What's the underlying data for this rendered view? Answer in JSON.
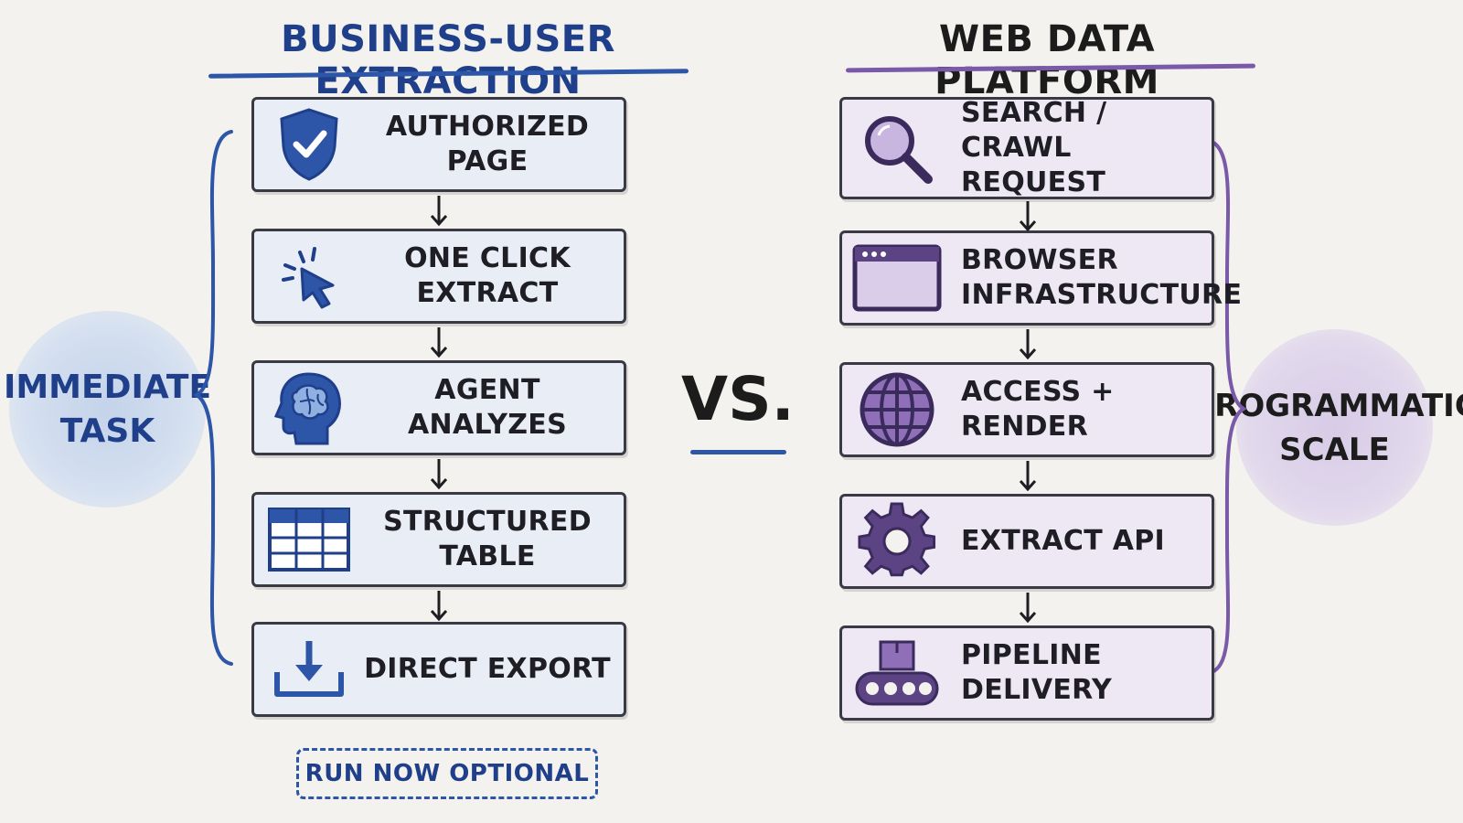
{
  "left_title": "BUSINESS-USER EXTRACTION",
  "right_title": "WEB DATA PLATFORM",
  "vs": "VS.",
  "left_side_label": [
    "IMMEDIATE",
    "TASK"
  ],
  "right_side_label": [
    "PROGRAMMATIC",
    "SCALE"
  ],
  "left_steps": [
    {
      "label": "AUTHORIZED PAGE",
      "icon": "shield-check-icon"
    },
    {
      "label": "ONE CLICK EXTRACT",
      "icon": "cursor-click-icon"
    },
    {
      "label": "AGENT ANALYZES",
      "icon": "head-brain-icon"
    },
    {
      "label": "STRUCTURED TABLE",
      "icon": "table-icon"
    },
    {
      "label": "DIRECT EXPORT",
      "icon": "download-icon"
    }
  ],
  "right_steps": [
    {
      "label": [
        "SEARCH /",
        "CRAWL REQUEST"
      ],
      "icon": "magnifier-icon"
    },
    {
      "label": [
        "BROWSER",
        "INFRASTRUCTURE"
      ],
      "icon": "browser-window-icon"
    },
    {
      "label": [
        "ACCESS +",
        "RENDER"
      ],
      "icon": "globe-icon"
    },
    {
      "label": [
        "EXTRACT API"
      ],
      "icon": "gear-icon"
    },
    {
      "label": [
        "PIPELINE",
        "DELIVERY"
      ],
      "icon": "conveyor-icon"
    }
  ],
  "footer_badge": "RUN NOW OPTIONAL",
  "colors": {
    "left_accent": "#2d56a8",
    "right_accent": "#7a5aa8"
  }
}
